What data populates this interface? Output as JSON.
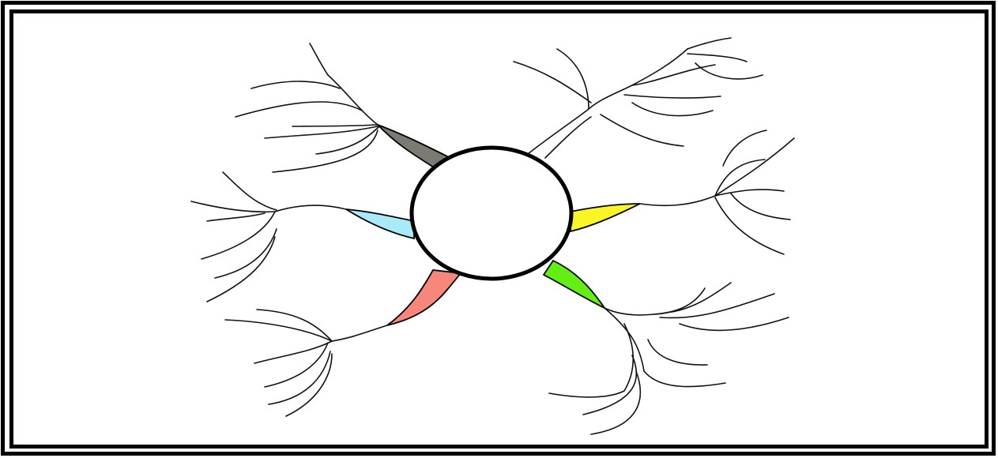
{
  "diagram": {
    "type": "mind-map",
    "central_node": {
      "label": ""
    },
    "branches": [
      {
        "id": "upper-left",
        "color": "#7d7a73"
      },
      {
        "id": "middle-left",
        "color": "#a8eaf7"
      },
      {
        "id": "lower-left",
        "color": "#f6877a"
      },
      {
        "id": "upper-right",
        "color": "#000000"
      },
      {
        "id": "middle-right",
        "color": "#faf527"
      },
      {
        "id": "lower-right",
        "color": "#63ef16"
      }
    ],
    "frame": {
      "style": "double-border",
      "color": "#000000"
    }
  }
}
